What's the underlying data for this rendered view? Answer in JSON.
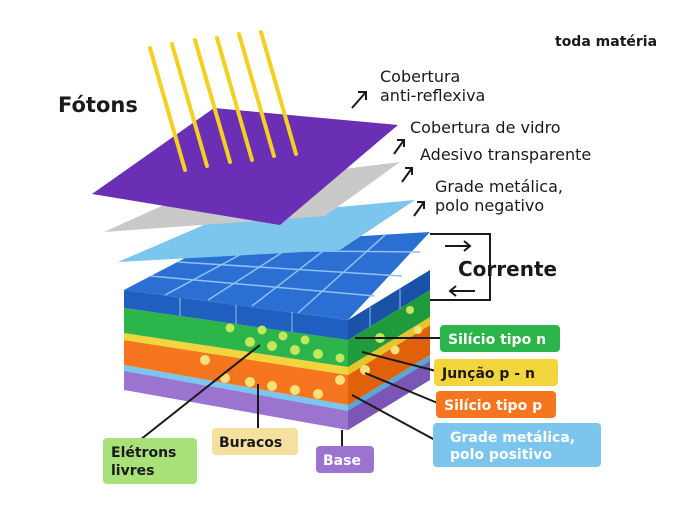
{
  "brand": "toda matéria",
  "photons_label": "Fótons",
  "current_label": "Corrente",
  "layers": {
    "anti_reflective_line1": "Cobertura",
    "anti_reflective_line2": "anti-reflexiva",
    "glass_cover": "Cobertura de vidro",
    "transparent_adhesive": "Adesivo transparente",
    "metal_grid_negative_line1": "Grade metálica,",
    "metal_grid_negative_line2": "polo negativo",
    "silicon_n": "Silício tipo n",
    "junction_pn": "Junção p - n",
    "silicon_p": "Silício tipo p",
    "metal_grid_positive_line1": "Grade metálica,",
    "metal_grid_positive_line2": "polo positivo",
    "base": "Base",
    "holes": "Buracos",
    "free_electrons_line1": "Elétrons",
    "free_electrons_line2": "livres"
  },
  "colors": {
    "purple": "#6a2fb4",
    "gray": "#c9c9c9",
    "light_blue": "#7cc6ee",
    "blue_cells": "#2a6fd1",
    "green": "#2bb54a",
    "yellow": "#f2d53c",
    "orange": "#f5761e",
    "lavender": "#9a74cf",
    "photon_yellow": "#f5d020"
  }
}
